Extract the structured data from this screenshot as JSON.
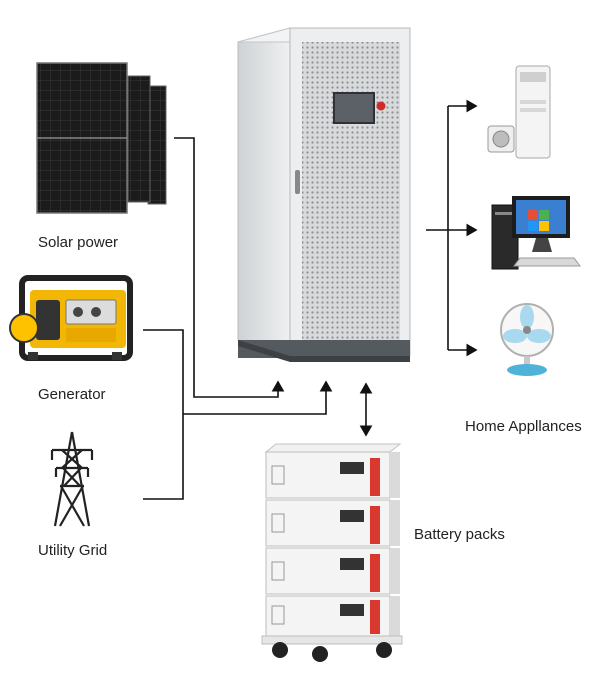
{
  "labels": {
    "solar": "Solar power",
    "generator": "Generator",
    "grid": "Utility Grid",
    "appliances": "Home Appllances",
    "battery": "Battery packs"
  },
  "icons": {
    "solar": "solar-panel-icon",
    "generator": "generator-icon",
    "grid": "power-pylon-icon",
    "cabinet": "inverter-cabinet-icon",
    "ac": "air-conditioner-icon",
    "pc": "computer-icon",
    "fan": "fan-icon",
    "battery": "battery-stack-icon"
  },
  "colors": {
    "line": "#111111",
    "panel": "#1a1a1a",
    "cabinet": "#e4e6e8",
    "generator": "#f2b705",
    "battery_accent": "#d9382f"
  }
}
